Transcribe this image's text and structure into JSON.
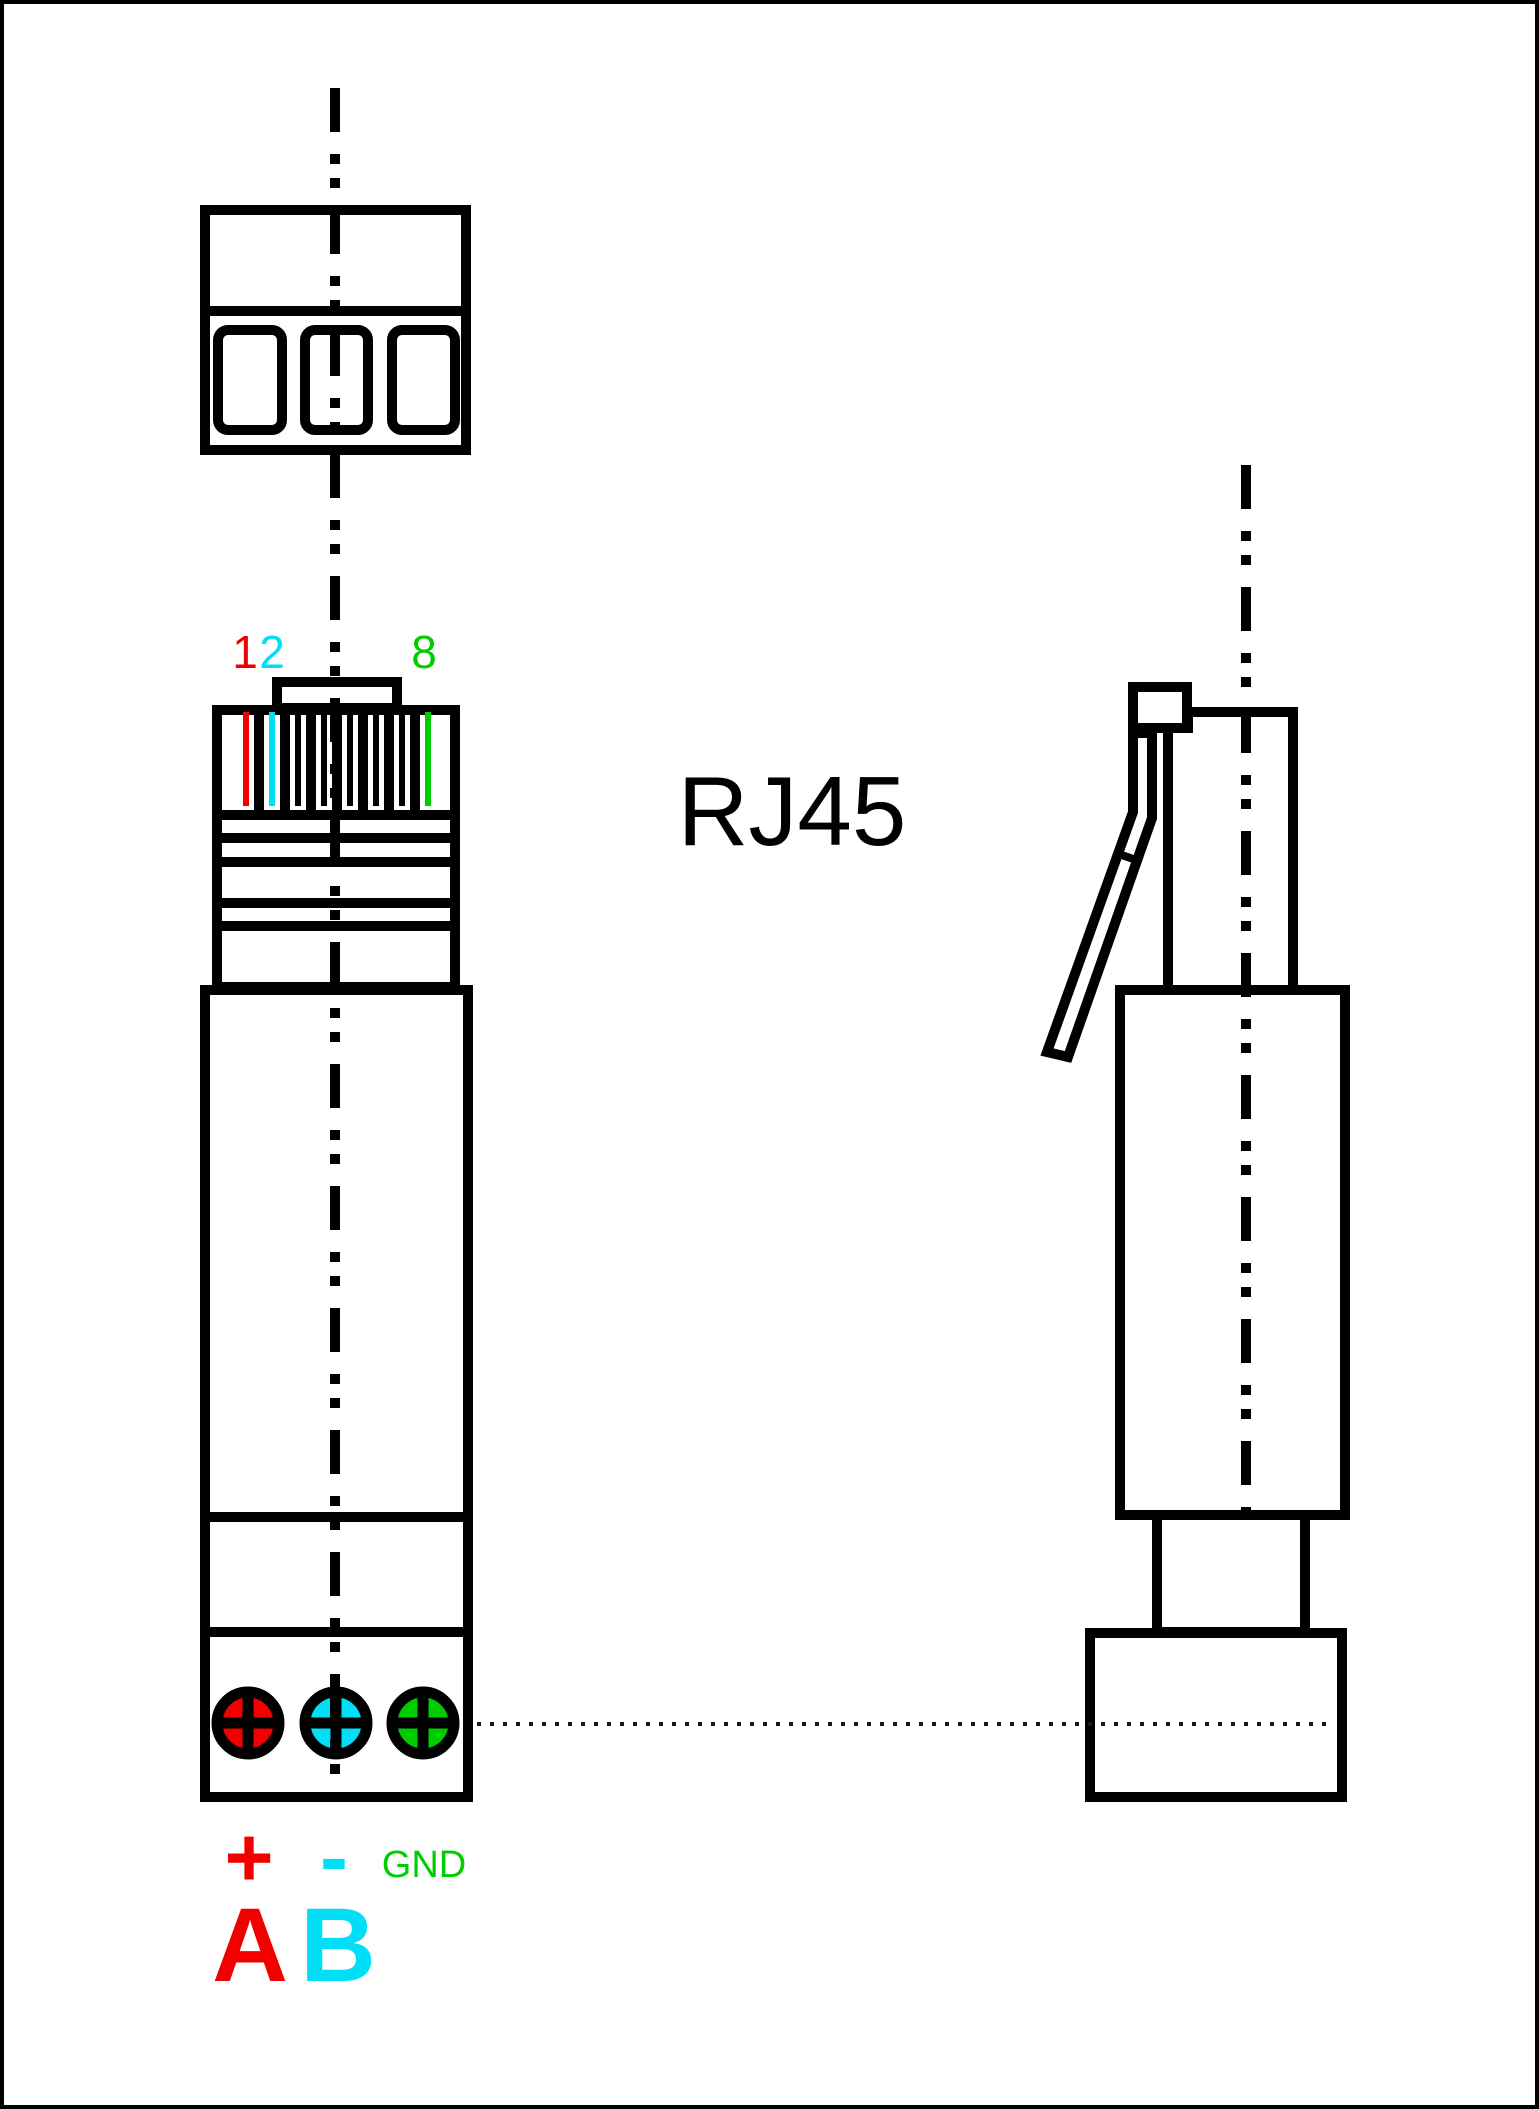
{
  "diagram": {
    "connector_label": "RJ45",
    "colors": {
      "red": "#F20000",
      "cyan": "#00DFF5",
      "green": "#00CD00",
      "line_black": "#000000",
      "dotted_line": "#1A1A1A",
      "background": "#FFFFFF"
    },
    "front_view": {
      "pin_labels": [
        {
          "text": "1",
          "color": "red"
        },
        {
          "text": "2",
          "color": "cyan"
        },
        {
          "text": "8",
          "color": "green"
        }
      ],
      "terminal_markers": [
        {
          "text": "+",
          "color": "red"
        },
        {
          "text": "-",
          "color": "cyan"
        },
        {
          "text": "GND",
          "color": "green"
        }
      ],
      "wire_labels": [
        {
          "text": "A",
          "color": "red"
        },
        {
          "text": "B",
          "color": "cyan"
        }
      ]
    }
  }
}
